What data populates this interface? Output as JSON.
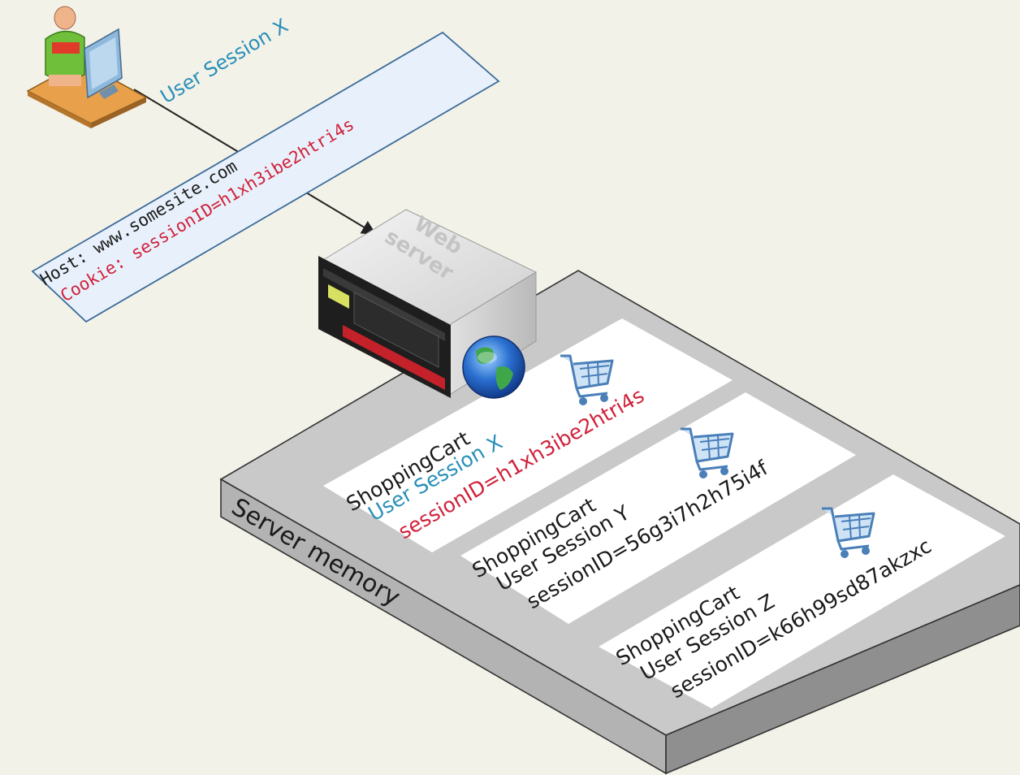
{
  "colors": {
    "background": "#f3f2e8",
    "accent_blue": "#2a8fb8",
    "accent_red": "#d0213a",
    "text_dark": "#1a1a1a",
    "memory_gray": "#c9c9c9"
  },
  "user": {
    "session_label": "User Session X",
    "icon": "user-at-computer-icon"
  },
  "request": {
    "host_line": "Host: www.somesite.com",
    "cookie_line": "Cookie: sessionID=h1xh3ibe2htri4s"
  },
  "server": {
    "label_line1": "Web",
    "label_line2": "server",
    "icon": "server-icon",
    "globe_icon": "globe-icon"
  },
  "memory": {
    "label": "Server memory",
    "sessions": [
      {
        "cart": "ShoppingCart",
        "session": "User Session X",
        "session_id": "sessionID=h1xh3ibe2htri4s"
      },
      {
        "cart": "ShoppingCart",
        "session": "User Session Y",
        "session_id": "sessionID=56g3i7h2h75i4f"
      },
      {
        "cart": "ShoppingCart",
        "session": "User Session Z",
        "session_id": "sessionID=k66h99sd87akzxc"
      }
    ],
    "cart_icon": "shopping-cart-icon"
  }
}
